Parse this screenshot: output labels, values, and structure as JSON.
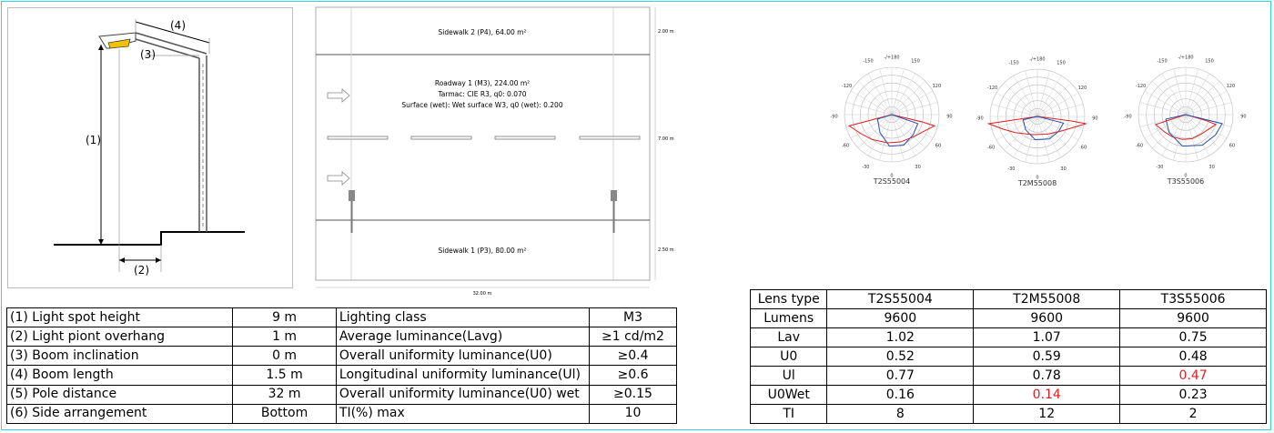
{
  "pole_diagram": {
    "label_height": "(1)",
    "label_overhang": "(2)",
    "label_inclination": "(3)",
    "label_boom": "(4)"
  },
  "road_plan": {
    "sidewalk2": "Sidewalk 2 (P4), 64.00 m²",
    "roadway_line1": "Roadway 1 (M3), 224.00 m²",
    "roadway_line2": "Tarmac: CIE R3, q0: 0.070",
    "roadway_line3": "Surface (wet): Wet surface W3, q0 (wet): 0.200",
    "sidewalk1": "Sidewalk 1 (P3), 80.00 m²",
    "dim_top": "2.00 m",
    "dim_mid": "7.00 m",
    "dim_bottom": "2.50 m",
    "dim_width": "32.00 m"
  },
  "polar_plots": [
    {
      "name": "T2S55004"
    },
    {
      "name": "T2M55008"
    },
    {
      "name": "T3S55006"
    }
  ],
  "polar_ticks": {
    "t180": "-/+180",
    "t150": "150",
    "tm150": "-150",
    "t120": "120",
    "tm120": "-120",
    "t90": "90",
    "tm90": "-90",
    "t60": "60",
    "tm60": "-60",
    "t30": "30",
    "tm30": "-30",
    "t0": "0"
  },
  "colors": {
    "frame": "#2fd5e0",
    "red_curve": "#e02020",
    "blue_curve": "#2a4fb0",
    "lamp": "#f2c200"
  },
  "spec_table": [
    {
      "param": "(1) Light spot height",
      "value": "9 m",
      "req": "Lighting class",
      "req_value": "M3"
    },
    {
      "param": "(2) Light piont overhang",
      "value": "1 m",
      "req": "Average luminance(Lavg)",
      "req_value": "≥1 cd/m2"
    },
    {
      "param": "(3) Boom inclination",
      "value": "0 m",
      "req": "Overall uniformity luminance(U0)",
      "req_value": "≥0.4"
    },
    {
      "param": "(4) Boom length",
      "value": "1.5 m",
      "req": "Longitudinal uniformity luminance(Ul)",
      "req_value": "≥0.6"
    },
    {
      "param": "(5) Pole distance",
      "value": "32 m",
      "req": "Overall uniformity luminance(U0) wet",
      "req_value": "≥0.15"
    },
    {
      "param": "(6) Side arrangement",
      "value": "Bottom",
      "req": "TI(%) max",
      "req_value": "10"
    }
  ],
  "lens_table": {
    "header": [
      "Lens type",
      "T2S55004",
      "T2M55008",
      "T3S55006"
    ],
    "rows": [
      [
        "Lumens",
        "9600",
        "9600",
        "9600"
      ],
      [
        "Lav",
        "1.02",
        "1.07",
        "0.75"
      ],
      [
        "U0",
        "0.52",
        "0.59",
        "0.48"
      ],
      [
        "Ul",
        "0.77",
        "0.78",
        "0.47"
      ],
      [
        "U0Wet",
        "0.16",
        "0.14",
        "0.23"
      ],
      [
        "TI",
        "8",
        "12",
        "2"
      ]
    ],
    "red_cells": [
      [
        "Ul",
        3
      ],
      [
        "U0Wet",
        2
      ]
    ]
  }
}
